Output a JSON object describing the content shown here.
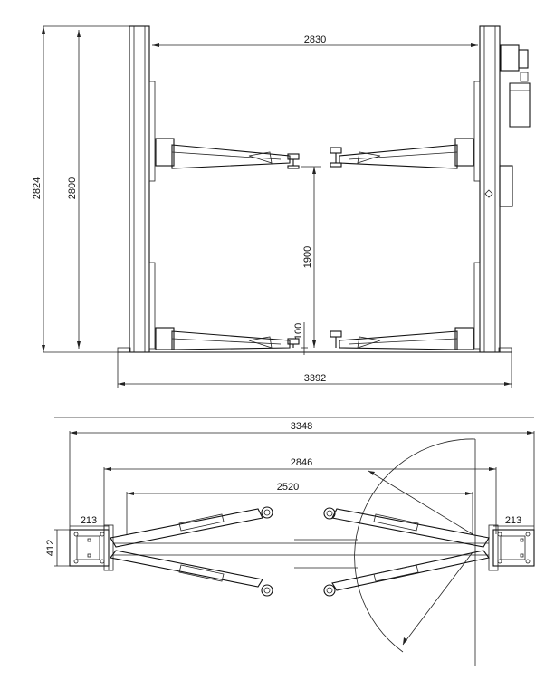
{
  "front_view": {
    "dim_inner_width": "2830",
    "dim_total_height": "2824",
    "dim_column_height": "2800",
    "dim_arm_clearance": "1900",
    "dim_min_height": "100",
    "dim_base_width": "3392"
  },
  "top_view": {
    "dim_overall_width": "3348",
    "dim_post_spacing": "2846",
    "dim_arm_span": "2520",
    "dim_left_post": "213",
    "dim_right_post": "213",
    "dim_post_depth": "412"
  }
}
